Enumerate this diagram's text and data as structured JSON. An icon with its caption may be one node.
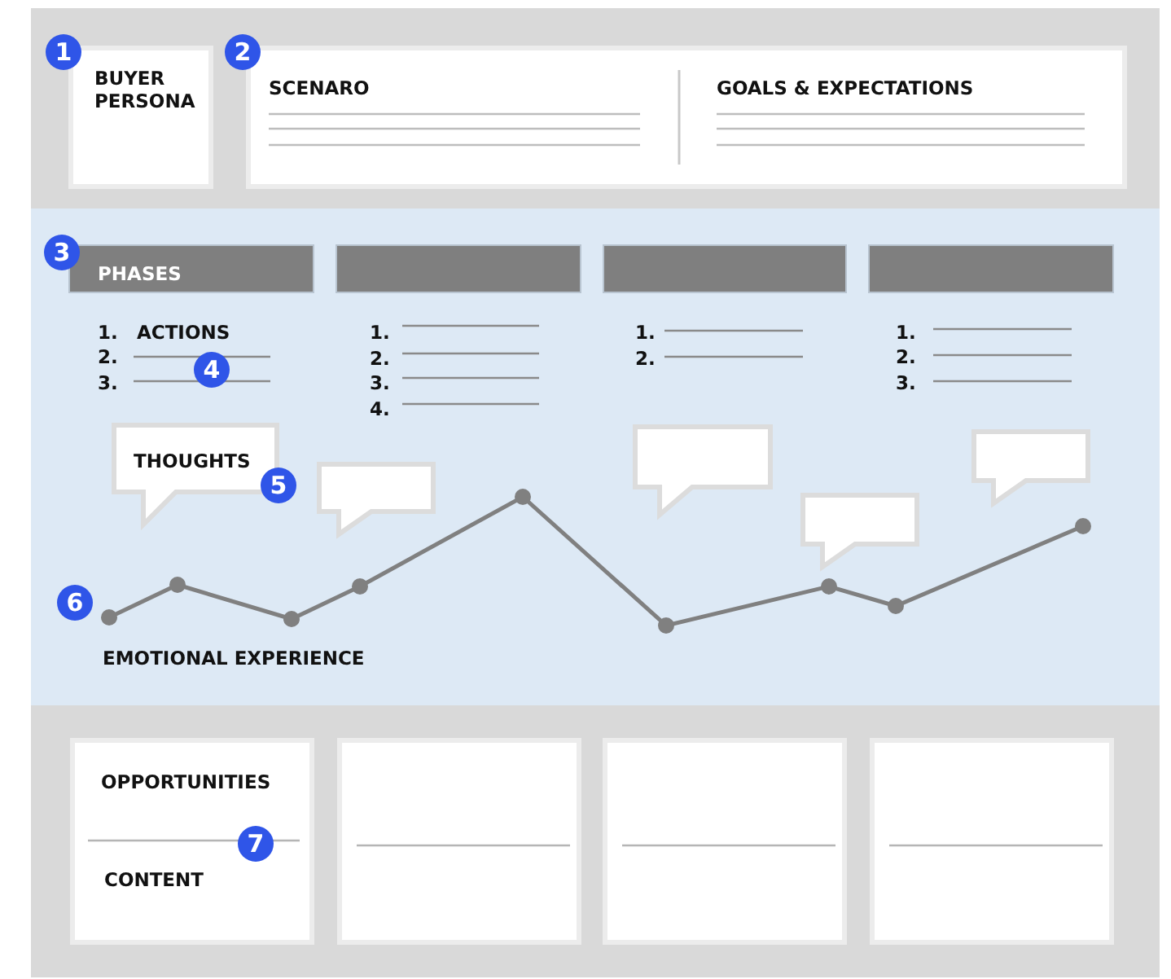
{
  "diagram": {
    "nodes": [
      {
        "text": [
          "BUYER PERSONA"
        ]
      },
      {
        "text": [
          "SCENARO",
          "GOALS & EXPECTATIONS"
        ]
      },
      {
        "text": [
          "PHASES"
        ]
      },
      {
        "text": [],
        "shape": "bar"
      },
      {
        "text": [],
        "shape": "bar"
      },
      {
        "text": [],
        "shape": "bar"
      },
      {
        "text": [
          "THOUGHTS"
        ]
      },
      {
        "text": [],
        "shape": "callout"
      },
      {
        "text": [],
        "shape": "callout"
      },
      {
        "text": [],
        "shape": "callout"
      },
      {
        "text": [],
        "shape": "callout"
      },
      {
        "text": [
          "OPPORTUNITIES",
          "CONTENT"
        ]
      },
      {
        "text": [],
        "shape": "box"
      },
      {
        "text": [],
        "shape": "box"
      },
      {
        "text": [],
        "shape": "box"
      }
    ],
    "labels": [
      "1",
      "2",
      "3",
      "1.",
      "ACTIONS",
      "2.",
      "3.",
      "4",
      "1.",
      "2.",
      "3.",
      "4.",
      "1.",
      "2.",
      "1.",
      "2.",
      "3.",
      "5",
      "6",
      "EMOTIONAL EXPERIENCE",
      "7"
    ]
  }
}
